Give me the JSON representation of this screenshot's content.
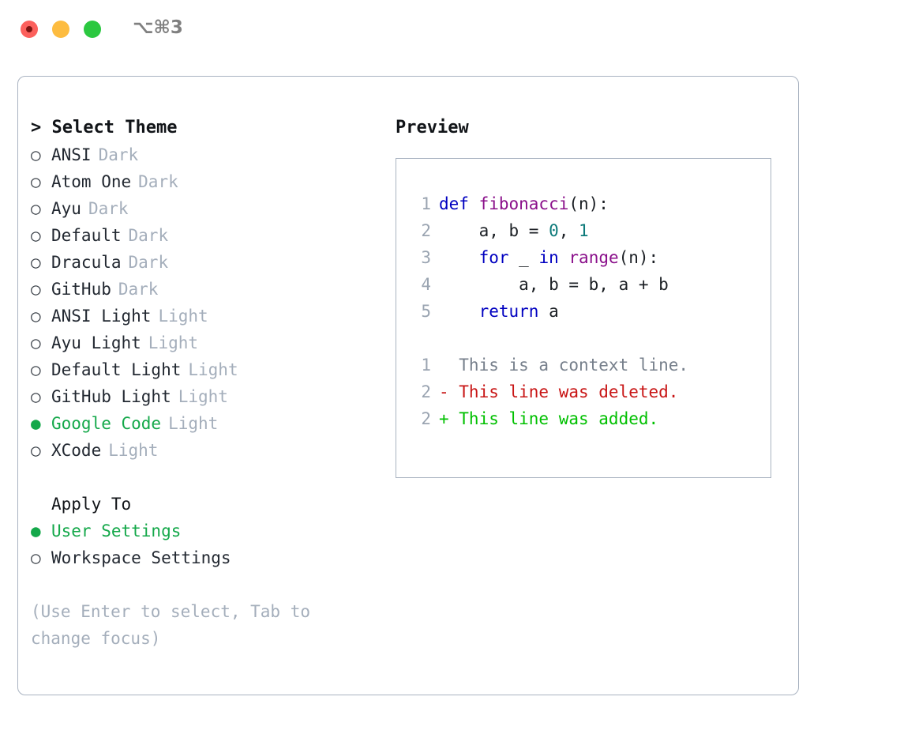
{
  "titlebar": {
    "shortcut": "⌥⌘3",
    "buttons": [
      {
        "name": "close",
        "color": "#fc605c"
      },
      {
        "name": "minimize",
        "color": "#fdbc40"
      },
      {
        "name": "zoom",
        "color": "#2bc840"
      }
    ]
  },
  "left": {
    "prompt_prefix": "> ",
    "prompt_title": "Select Theme",
    "themes": [
      {
        "marker": "○",
        "label": "ANSI",
        "tag": "Dark",
        "selected": false
      },
      {
        "marker": "○",
        "label": "Atom One",
        "tag": "Dark",
        "selected": false
      },
      {
        "marker": "○",
        "label": "Ayu",
        "tag": "Dark",
        "selected": false
      },
      {
        "marker": "○",
        "label": "Default",
        "tag": "Dark",
        "selected": false
      },
      {
        "marker": "○",
        "label": "Dracula",
        "tag": "Dark",
        "selected": false
      },
      {
        "marker": "○",
        "label": "GitHub",
        "tag": "Dark",
        "selected": false
      },
      {
        "marker": "○",
        "label": "ANSI Light",
        "tag": "Light",
        "selected": false
      },
      {
        "marker": "○",
        "label": "Ayu Light",
        "tag": "Light",
        "selected": false
      },
      {
        "marker": "○",
        "label": "Default Light",
        "tag": "Light",
        "selected": false
      },
      {
        "marker": "○",
        "label": "GitHub Light",
        "tag": "Light",
        "selected": false
      },
      {
        "marker": "●",
        "label": "Google Code",
        "tag": "Light",
        "selected": true
      },
      {
        "marker": "○",
        "label": "XCode",
        "tag": "Light",
        "selected": false
      }
    ],
    "apply_to_header": "Apply To",
    "apply_to": [
      {
        "marker": "●",
        "label": "User Settings",
        "selected": true
      },
      {
        "marker": "○",
        "label": "Workspace Settings",
        "selected": false
      }
    ],
    "hint": "(Use Enter to select, Tab to change focus)"
  },
  "right": {
    "preview_title": "Preview",
    "code": [
      {
        "lineno": "1",
        "tokens": [
          {
            "t": "def ",
            "c": "kw"
          },
          {
            "t": "fibonacci",
            "c": "fn"
          },
          {
            "t": "(n):",
            "c": "plain"
          }
        ]
      },
      {
        "lineno": "2",
        "tokens": [
          {
            "t": "    a, b = ",
            "c": "plain"
          },
          {
            "t": "0",
            "c": "num"
          },
          {
            "t": ", ",
            "c": "plain"
          },
          {
            "t": "1",
            "c": "num"
          }
        ]
      },
      {
        "lineno": "3",
        "tokens": [
          {
            "t": "    ",
            "c": "plain"
          },
          {
            "t": "for",
            "c": "kw"
          },
          {
            "t": " _ ",
            "c": "plain"
          },
          {
            "t": "in",
            "c": "kw"
          },
          {
            "t": " ",
            "c": "plain"
          },
          {
            "t": "range",
            "c": "fn"
          },
          {
            "t": "(n):",
            "c": "plain"
          }
        ]
      },
      {
        "lineno": "4",
        "tokens": [
          {
            "t": "        a, b = b, a + b",
            "c": "plain"
          }
        ]
      },
      {
        "lineno": "5",
        "tokens": [
          {
            "t": "    ",
            "c": "plain"
          },
          {
            "t": "return",
            "c": "kw"
          },
          {
            "t": " a",
            "c": "plain"
          }
        ]
      }
    ],
    "diff": [
      {
        "lineno": "1",
        "sign": " ",
        "text": " This is a context line.",
        "kind": "context"
      },
      {
        "lineno": "2",
        "sign": "-",
        "text": " This line was deleted.",
        "kind": "del"
      },
      {
        "lineno": "2",
        "sign": "+",
        "text": " This line was added.",
        "kind": "add"
      }
    ]
  },
  "colors": {
    "accent_green": "#14a84a",
    "diff_add": "#00c000",
    "diff_del": "#c81616",
    "muted": "#a4aebb",
    "border": "#a9b3c1",
    "keyword": "#0000c0",
    "function": "#8a0f8a",
    "number": "#0d7a7a"
  }
}
